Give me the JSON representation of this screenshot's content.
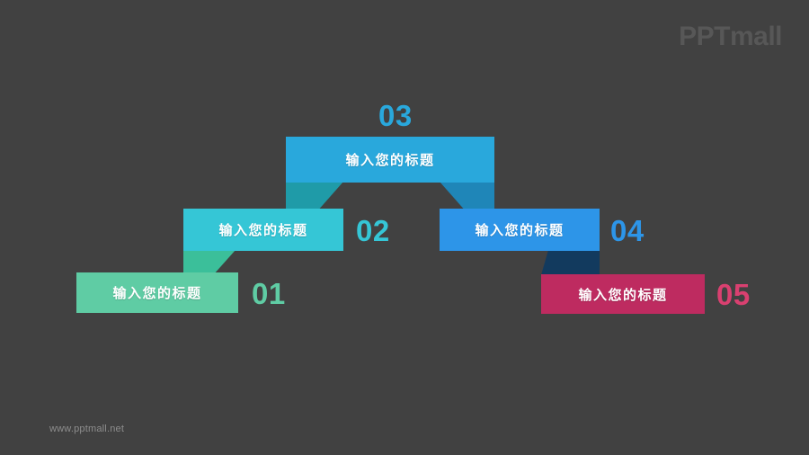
{
  "slide": {
    "background_color": "#414141",
    "brand_logo_text": "PPTmall",
    "brand_logo_color": "#575757",
    "footer_url": "www.pptmall.net",
    "footer_color": "#8d8d8d"
  },
  "diagram": {
    "type": "pyramid-ribbon",
    "levels": [
      {
        "id": "01",
        "number": "01",
        "label": "输入您的标题",
        "band_color": "#5FCCA4",
        "tail_color": "#3DA885",
        "number_color": "#5FCCA4"
      },
      {
        "id": "02",
        "number": "02",
        "label": "输入您的标题",
        "band_color": "#35C6D6",
        "tail_color": "#3BBF9A",
        "number_color": "#35C6D6"
      },
      {
        "id": "03",
        "number": "03",
        "label": "输入您的标题",
        "band_color": "#29A8DC",
        "tail_color_left": "#1F9BA8",
        "tail_color_right": "#1F86B8",
        "number_color": "#29A8DC"
      },
      {
        "id": "04",
        "number": "04",
        "label": "输入您的标题",
        "band_color": "#2D95E8",
        "tail_color": "#123A5E",
        "number_color": "#2D95E8"
      },
      {
        "id": "05",
        "number": "05",
        "label": "输入您的标题",
        "band_color": "#BE2B60",
        "number_color": "#D94070"
      }
    ]
  }
}
